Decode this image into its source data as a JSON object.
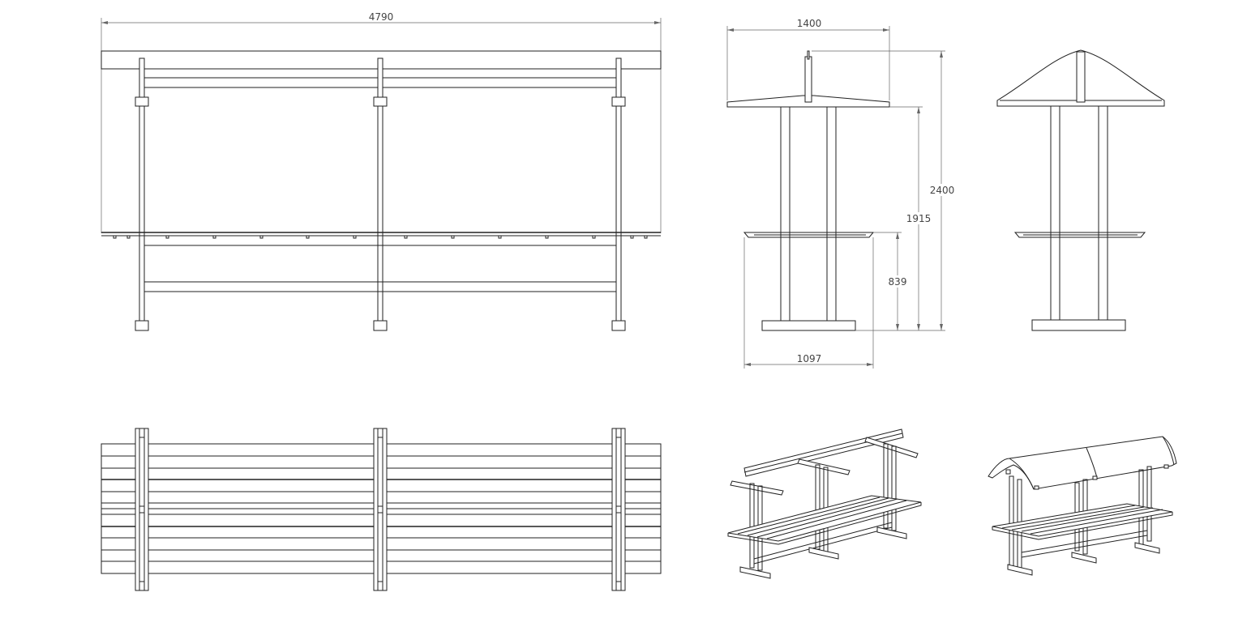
{
  "drawing": {
    "front_view": {
      "overall_width": "4790"
    },
    "side_view": {
      "roof_width": "1400",
      "overall_height": "2400",
      "roof_underside_height": "1915",
      "shelf_height": "839",
      "base_width": "1097"
    }
  }
}
